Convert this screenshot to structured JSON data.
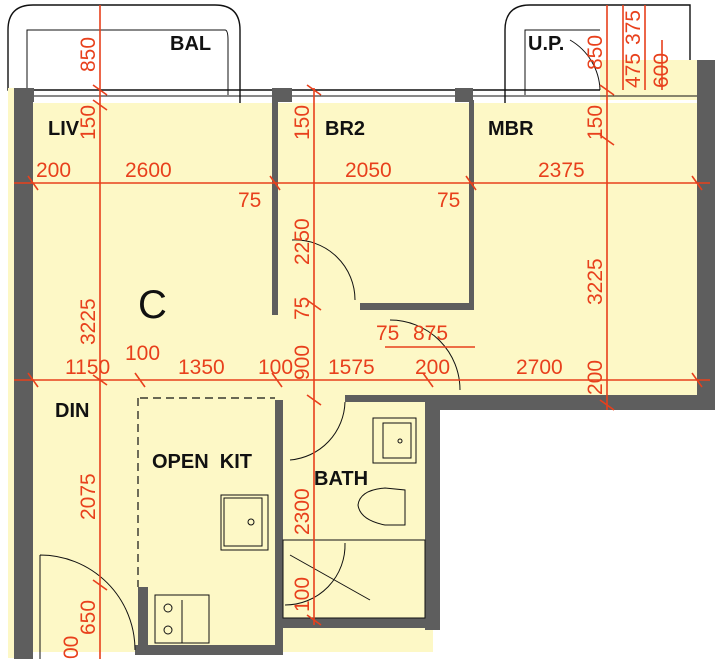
{
  "title": "Floor plan",
  "unit_letter": "C",
  "rooms": {
    "bal": "BAL",
    "up": "U.P.",
    "liv": "LIV",
    "br2": "BR2",
    "mbr": "MBR",
    "din": "DIN",
    "kit": "OPEN  KIT",
    "bath": "BATH"
  },
  "dims": {
    "top_row": [
      "200",
      "2600",
      "2050",
      "2375",
      "75",
      "75"
    ],
    "mid_row": [
      "1150",
      "100",
      "1350",
      "100",
      "1575",
      "200",
      "2700",
      "75",
      "875"
    ],
    "col_left": [
      "850",
      "150",
      "3225",
      "2075",
      "650",
      "00"
    ],
    "col_center": [
      "150",
      "2250",
      "75",
      "900",
      "2300",
      "100"
    ],
    "col_right": [
      "850",
      "150",
      "3225",
      "200"
    ],
    "top_right": [
      "475",
      "375",
      "600"
    ]
  },
  "colors": {
    "room": "#fdf8c6",
    "wall": "#5e5e5e",
    "dimension": "#e8401c"
  }
}
